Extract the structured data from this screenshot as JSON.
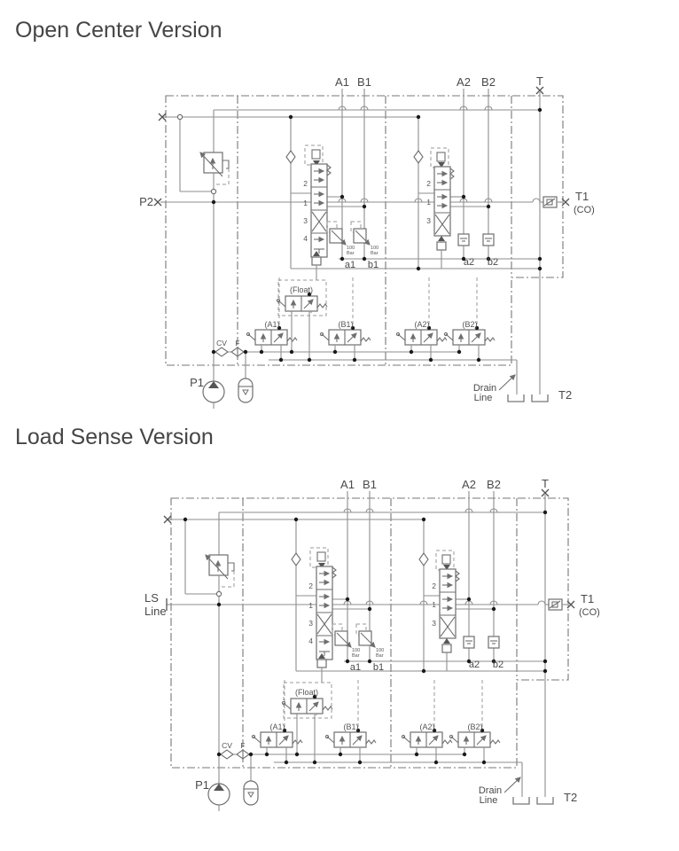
{
  "page": {
    "background": "#ffffff"
  },
  "colors": {
    "line": "#8e8e8e",
    "component": "#6f6f6f",
    "text": "#4a4a4a",
    "dot": "#1a1a1a",
    "background": "#ffffff"
  },
  "open_center": {
    "title": "Open Center Version",
    "left_port": "P2"
  },
  "load_sense": {
    "title": "Load Sense Version",
    "left_port_line1": "LS",
    "left_port_line2": "Line"
  },
  "diagram_common": {
    "ports_top": {
      "a1": "A1",
      "b1": "B1",
      "a2": "A2",
      "b2": "B2",
      "t": "T"
    },
    "port_t1": "T1",
    "port_t1_sub": "(CO)",
    "port_p1": "P1",
    "check_valve": "CV",
    "filter": "F",
    "pilot_ports": {
      "a1": "a1",
      "b1": "b1",
      "a2": "a2",
      "b2": "b2"
    },
    "drain_label_line1": "Drain",
    "drain_label_line2": "Line",
    "port_t2": "T2",
    "pilot_valves": {
      "float": "(Float)",
      "a1": "(A1)",
      "b1": "(B1)",
      "a2": "(A2)",
      "b2": "(B2)"
    },
    "spool_left": [
      "2",
      "1",
      "3",
      "4"
    ],
    "spool_right": [
      "2",
      "1",
      "3"
    ],
    "relief_value": "100",
    "relief_unit": "Bar"
  }
}
